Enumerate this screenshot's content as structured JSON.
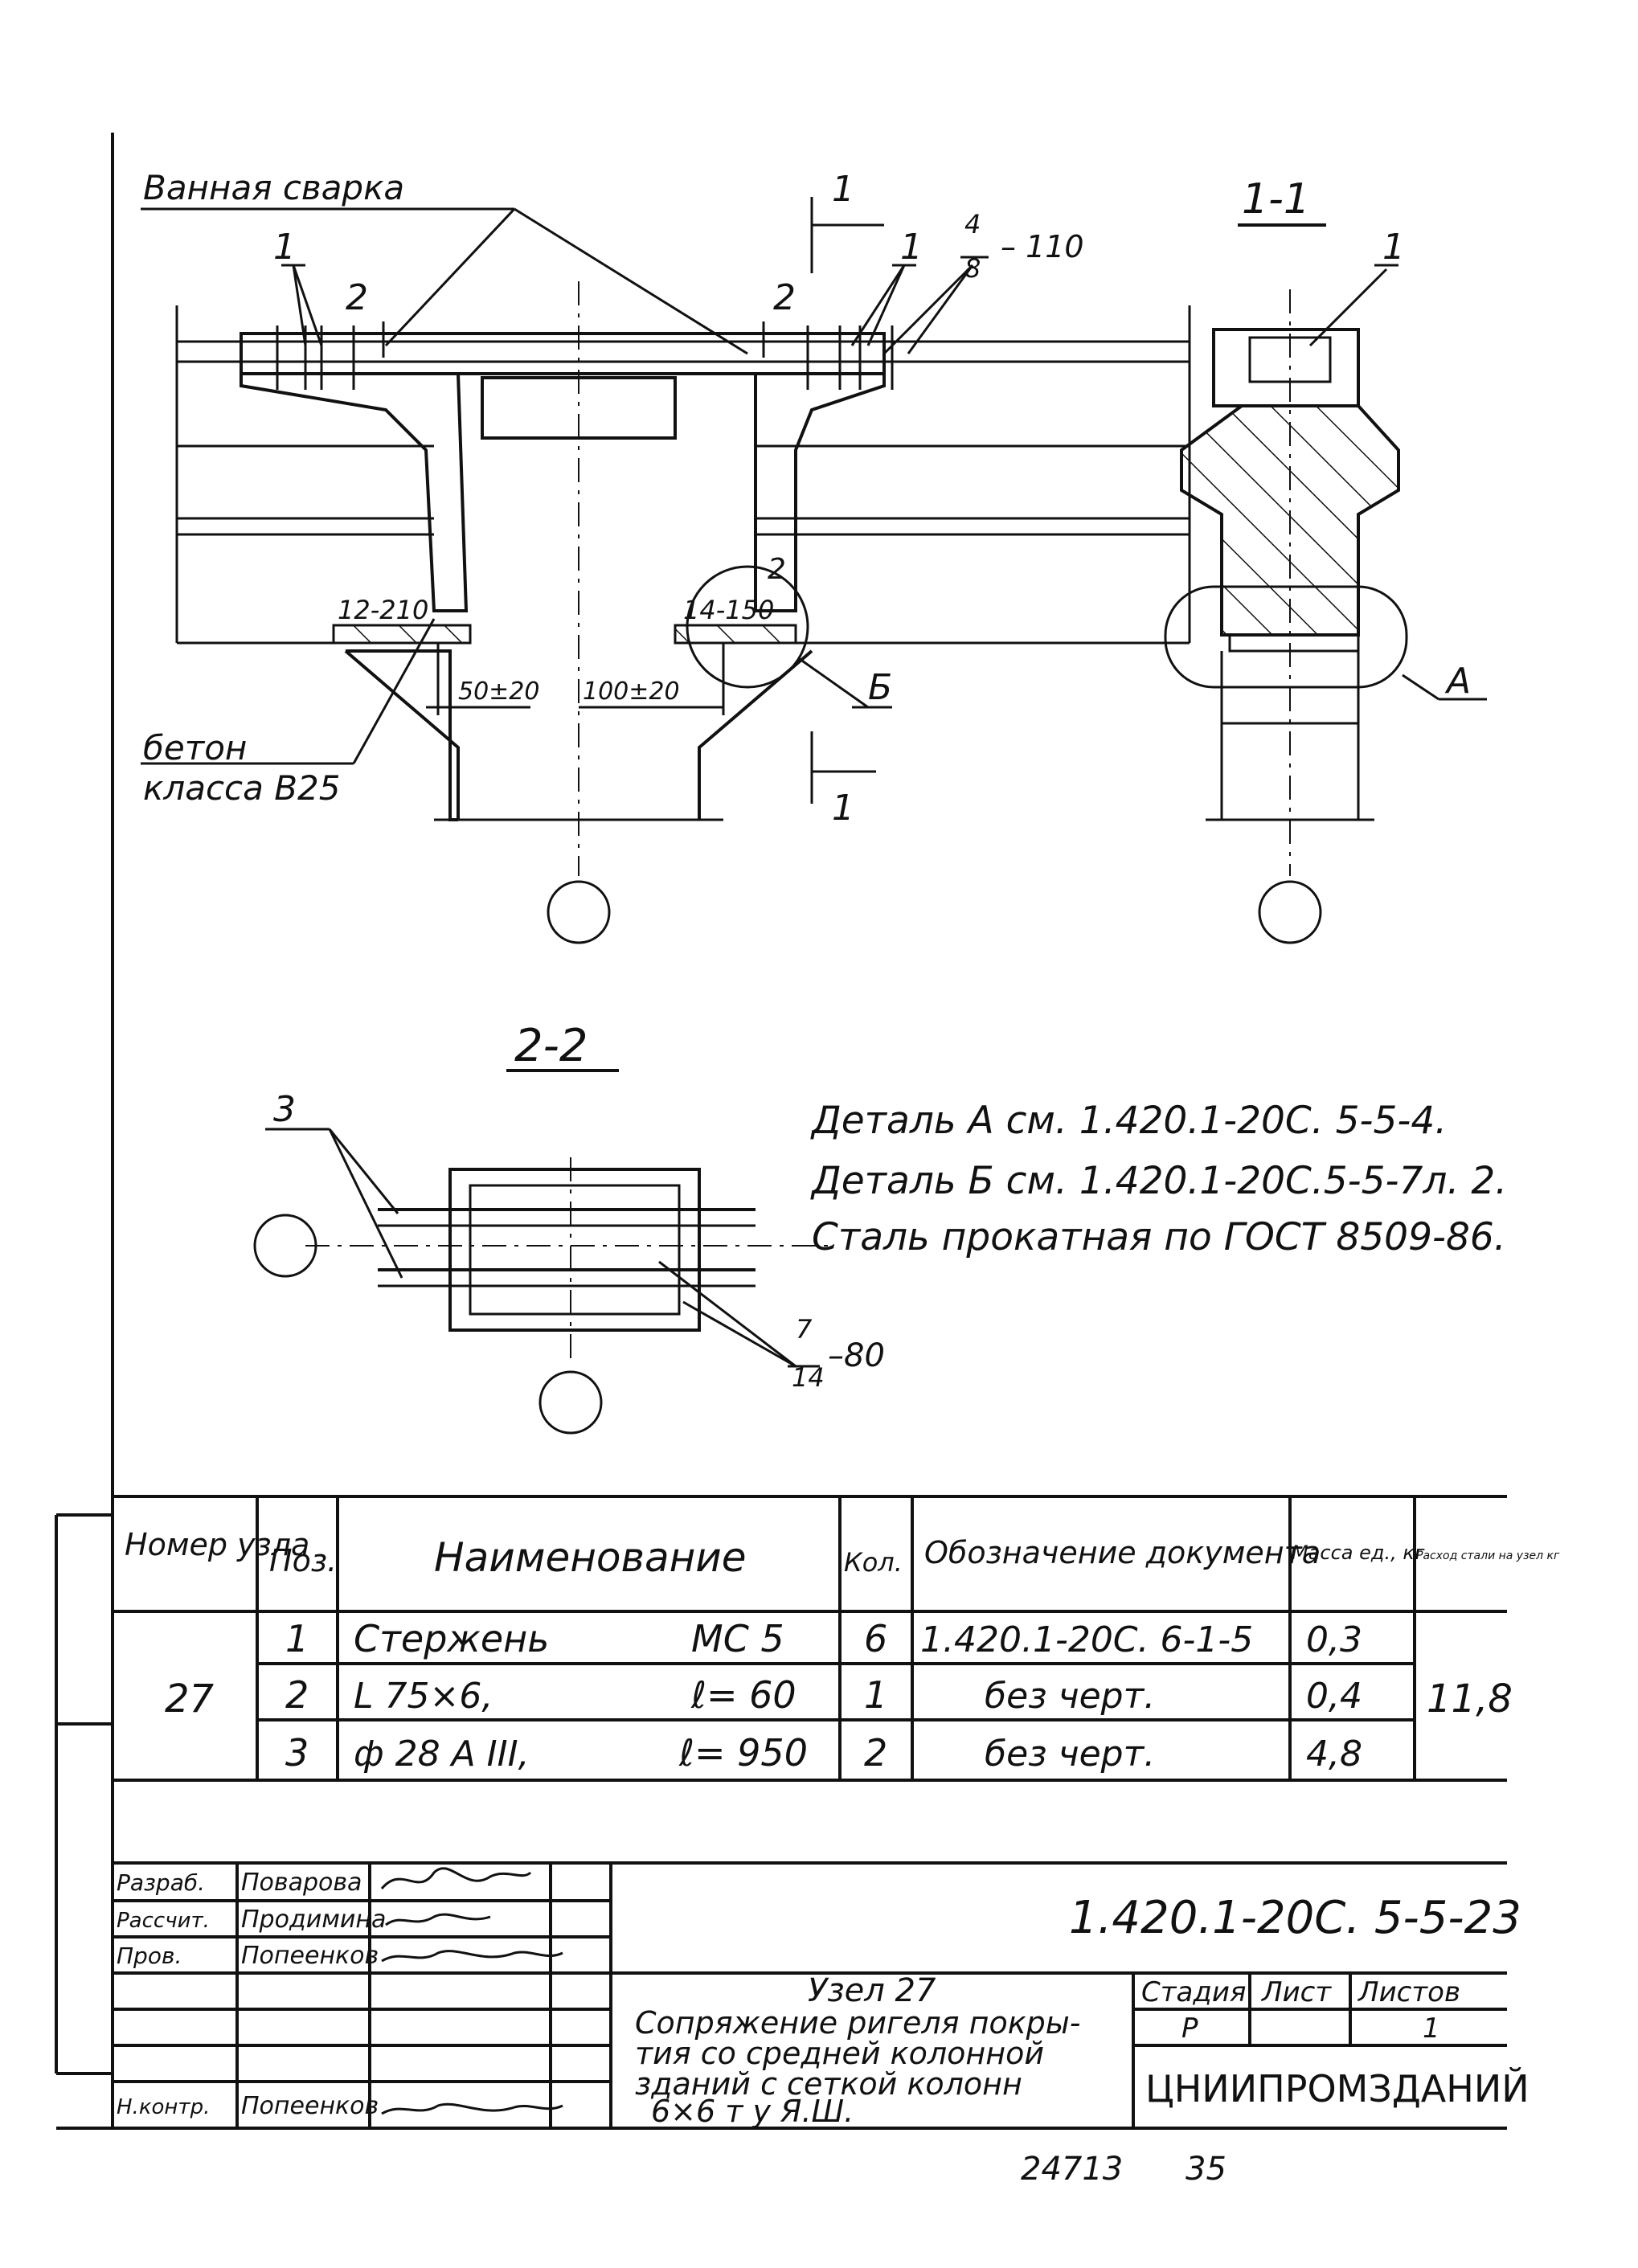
{
  "drawing": {
    "labels": {
      "bath_weld": "Ванная сварка",
      "concrete_1": "бетон",
      "concrete_2": "класса В25",
      "leader_1a": "1",
      "leader_1b": "1",
      "leader_2a": "2",
      "leader_2b": "2",
      "weld_ratio_top": "4",
      "weld_ratio_bottom": "8",
      "weld_len": "– 110",
      "weld_left": "12-210",
      "weld_right": "14-150",
      "gap_left": "50±20",
      "gap_right": "100±20",
      "detail_b": "Б",
      "section_mark_top": "1",
      "section_mark_bottom": "1",
      "leader_2c": "2"
    },
    "section_1_1": {
      "title": "1-1",
      "leader_1": "1",
      "detail_a": "А"
    },
    "section_2_2": {
      "title": "2-2",
      "leader_3": "3",
      "weld_top": "7",
      "weld_bottom": "14",
      "weld_len": "–80"
    },
    "notes": [
      "Деталь А см. 1.420.1-20С. 5-5-4.",
      "Деталь Б см. 1.420.1-20С.5-5-7л. 2.",
      "Сталь прокатная по ГОСТ 8509-86."
    ]
  },
  "spec_table": {
    "headers": {
      "node": "Номер узла",
      "pos": "Поз.",
      "name": "Наименование",
      "qty": "Кол.",
      "designation": "Обозначение документа",
      "unit_mass": "Масса ед., кг",
      "steel_per_node": "Расход стали на узел кг"
    },
    "node_number": "27",
    "steel_total": "11,8",
    "rows": [
      {
        "pos": "1",
        "name": "Стержень",
        "mark": "МС 5",
        "qty": "6",
        "designation": "1.420.1-20С. 6-1-5",
        "mass": "0,3"
      },
      {
        "pos": "2",
        "name": "L 75×6,",
        "mark": "ℓ= 60",
        "qty": "1",
        "designation": "без черт.",
        "mass": "0,4"
      },
      {
        "pos": "3",
        "name": "ф 28 А III,",
        "mark": "ℓ= 950",
        "qty": "2",
        "designation": "без черт.",
        "mass": "4,8"
      }
    ]
  },
  "title_block": {
    "designation": "1.420.1-20С. 5-5-23",
    "roles": [
      {
        "role": "Разраб.",
        "name": "Поварова"
      },
      {
        "role": "Рассчит.",
        "name": "Продимина"
      },
      {
        "role": "Пров.",
        "name": "Попеенков"
      },
      {
        "role": "",
        "name": ""
      },
      {
        "role": "",
        "name": ""
      },
      {
        "role": "Н.контр.",
        "name": "Попеенков"
      }
    ],
    "title_lines": [
      "Узел 27",
      "Сопряжение ригеля покры-",
      "тия со средней колонной",
      "зданий с сеткой колонн",
      "6×6 т у Я.Ш."
    ],
    "stage_label": "Стадия",
    "sheet_label": "Лист",
    "sheets_label": "Листов",
    "stage": "Р",
    "sheets": "1",
    "sheet": "",
    "organization": "ЦНИИПРОМЗДАНИЙ"
  },
  "footer": {
    "inventory": "24713",
    "page": "35"
  }
}
